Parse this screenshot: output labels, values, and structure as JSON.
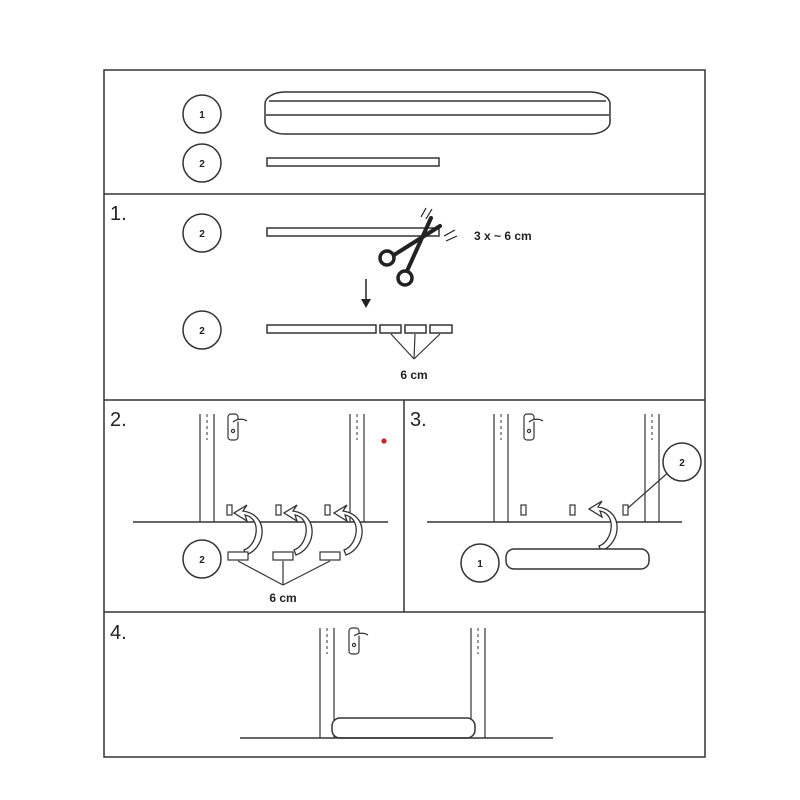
{
  "parts": {
    "part1": {
      "number": "1"
    },
    "part2": {
      "number": "2"
    }
  },
  "steps": [
    {
      "label": "1.",
      "measure_note": "3 x ~ 6 cm",
      "piece_length": "6 cm"
    },
    {
      "label": "2.",
      "piece_length": "6 cm"
    },
    {
      "label": "3."
    },
    {
      "label": "4."
    }
  ],
  "colors": {
    "line": "#333333",
    "dot": "#cc2222"
  }
}
